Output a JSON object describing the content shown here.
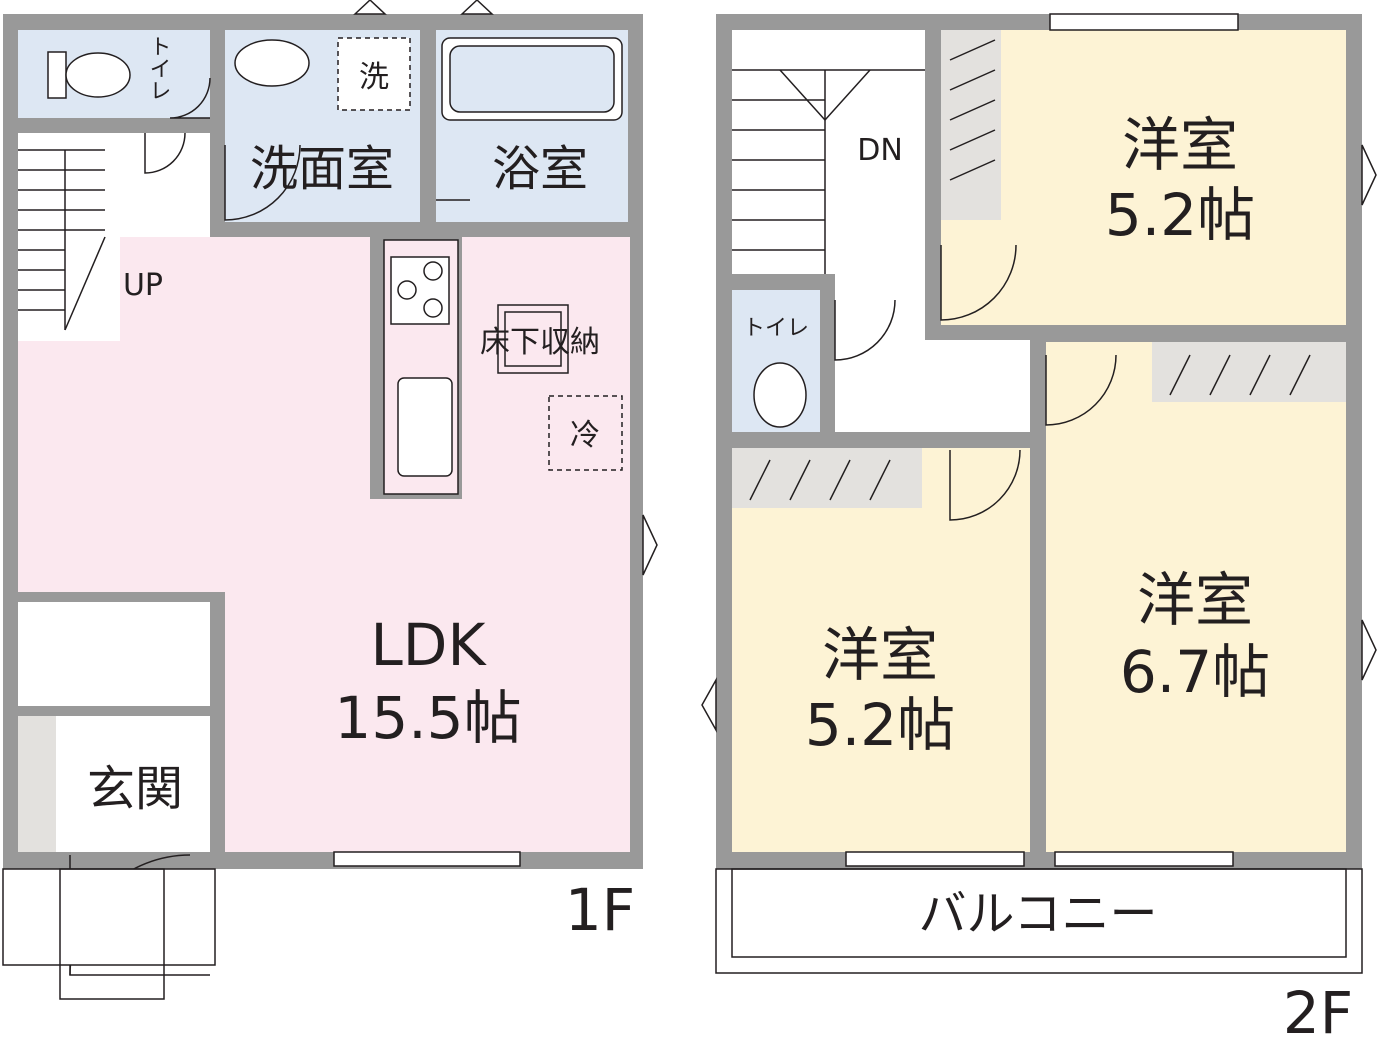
{
  "colors": {
    "wall": "#999999",
    "ldk": "#fbe8ef",
    "wet": "#dde7f3",
    "room": "#fdf3d5",
    "storage": "#e3e1de",
    "line": "#231f20"
  },
  "floor1": {
    "label": "1F",
    "ldk_name": "LDK",
    "ldk_size": "15.5帖",
    "washroom": "洗面室",
    "bath": "浴室",
    "toilet": "トイレ",
    "washer": "洗",
    "fridge": "冷",
    "underfloor": "床下収納",
    "entrance": "玄関",
    "stairs": "UP"
  },
  "floor2": {
    "label": "2F",
    "room_ne_name": "洋室",
    "room_ne_size": "5.2帖",
    "room_sw_name": "洋室",
    "room_sw_size": "5.2帖",
    "room_se_name": "洋室",
    "room_se_size": "6.7帖",
    "toilet": "トイレ",
    "stairs": "DN",
    "balcony": "バルコニー"
  }
}
